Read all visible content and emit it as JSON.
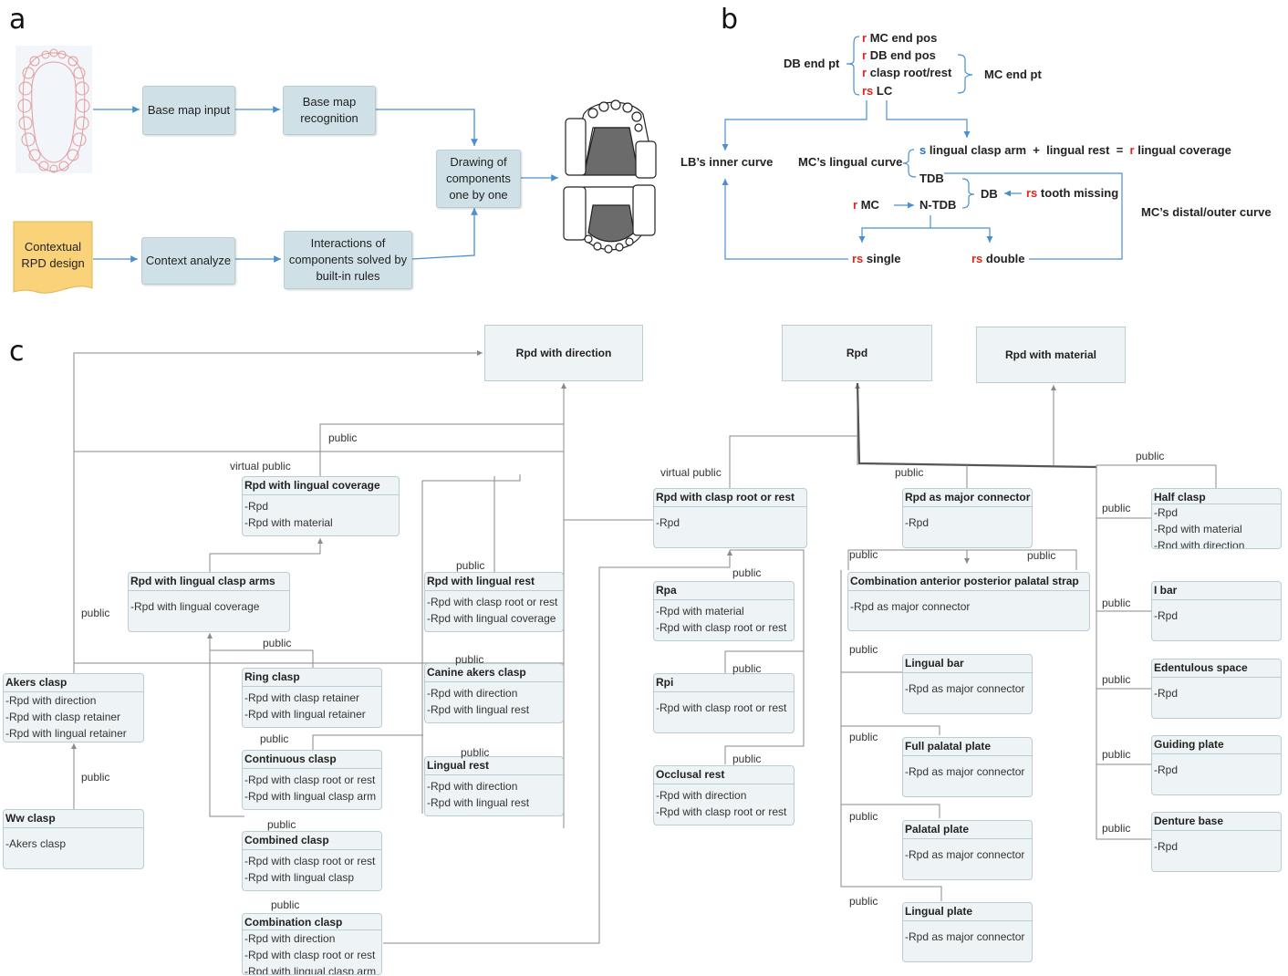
{
  "panels": {
    "a": "a",
    "b": "b",
    "c": "c"
  },
  "panel_a": {
    "contextual": "Contextual RPD design",
    "base_map_input": "Base map input",
    "base_map_recognition": "Base map recognition",
    "context_analyze": "Context analyze",
    "interactions": "Interactions of components solved by built-in rules",
    "drawing": "Drawing of components one by one"
  },
  "panel_b": {
    "r": "r",
    "rs": "rs",
    "s": "s",
    "mc_end_pos": "MC end pos",
    "db_end_pos": "DB end pos",
    "clasp_root_rest": "clasp root/rest",
    "lc": "LC",
    "db_end_pt": "DB end pt",
    "mc_end_pt": "MC end pt",
    "lb_inner_curve": "LB’s inner curve",
    "mc_lingual_curve": "MC’s lingual curve",
    "lingual_clasp_arm": "lingual clasp arm",
    "plus": "+",
    "lingual_rest": "lingual rest",
    "equals": "=",
    "lingual_coverage": "lingual coverage",
    "tdb": "TDB",
    "db": "DB",
    "tooth_missing": "tooth missing",
    "mc": "MC",
    "ntdb": "N-TDB",
    "mc_distal": "MC’s distal/outer curve",
    "single": "single",
    "double": "double"
  },
  "panel_c": {
    "top_boxes": {
      "rpd_with_direction": "Rpd with direction",
      "rpd": "Rpd",
      "rpd_with_material": "Rpd with material"
    },
    "classes": {
      "lingual_coverage": {
        "title": "Rpd with lingual coverage",
        "lines": [
          "-Rpd",
          "-Rpd with material"
        ]
      },
      "lingual_clasp_arms": {
        "title": "Rpd with lingual clasp arms",
        "lines": [
          "-Rpd with lingual coverage"
        ]
      },
      "lingual_rest_base": {
        "title": "Rpd with lingual rest",
        "lines": [
          "-Rpd with clasp root or rest",
          "-Rpd with lingual coverage"
        ]
      },
      "akers": {
        "title": "Akers clasp",
        "lines": [
          "-Rpd with direction",
          "-Rpd with clasp retainer",
          "-Rpd with lingual retainer"
        ]
      },
      "ring": {
        "title": "Ring clasp",
        "lines": [
          "-Rpd with clasp retainer",
          "-Rpd with lingual retainer"
        ]
      },
      "canine": {
        "title": "Canine akers clasp",
        "lines": [
          "-Rpd with direction",
          "-Rpd with lingual rest"
        ]
      },
      "continuous": {
        "title": "Continuous clasp",
        "lines": [
          "-Rpd with clasp root or rest",
          "-Rpd with lingual clasp arm"
        ]
      },
      "lingual_rest": {
        "title": "Lingual rest",
        "lines": [
          "-Rpd with direction",
          "-Rpd with lingual rest"
        ]
      },
      "ww": {
        "title": "Ww clasp",
        "lines": [
          "-Akers clasp"
        ]
      },
      "combined": {
        "title": "Combined clasp",
        "lines": [
          "-Rpd with clasp root or rest",
          "-Rpd with lingual clasp"
        ]
      },
      "combination": {
        "title": "Combination clasp",
        "lines": [
          "-Rpd with direction",
          "-Rpd with clasp root or rest",
          "-Rpd with lingual clasp arm"
        ]
      },
      "clasp_root": {
        "title": "Rpd with clasp root or rest",
        "lines": [
          "-Rpd"
        ]
      },
      "rpa": {
        "title": "Rpa",
        "lines": [
          "-Rpd with material",
          "-Rpd with clasp root or rest"
        ]
      },
      "rpi": {
        "title": "Rpi",
        "lines": [
          "-Rpd with clasp root or rest"
        ]
      },
      "occlusal": {
        "title": "Occlusal rest",
        "lines": [
          "-Rpd with direction",
          "-Rpd with clasp root or rest"
        ]
      },
      "major": {
        "title": "Rpd as major connector",
        "lines": [
          "-Rpd"
        ]
      },
      "capps": {
        "title": "Combination anterior posterior palatal strap",
        "lines": [
          "-Rpd as major connector"
        ]
      },
      "lingual_bar": {
        "title": "Lingual bar",
        "lines": [
          "-Rpd as major connector"
        ]
      },
      "full_palatal": {
        "title": "Full palatal plate",
        "lines": [
          "-Rpd as major connector"
        ]
      },
      "palatal": {
        "title": "Palatal plate",
        "lines": [
          "-Rpd as major connector"
        ]
      },
      "lingual_plate": {
        "title": "Lingual plate",
        "lines": [
          "-Rpd as major connector"
        ]
      },
      "half": {
        "title": "Half clasp",
        "lines": [
          "-Rpd",
          "-Rpd with material",
          "-Rpd with direction"
        ]
      },
      "ibar": {
        "title": "I bar",
        "lines": [
          "-Rpd"
        ]
      },
      "edentulous": {
        "title": "Edentulous space",
        "lines": [
          "-Rpd"
        ]
      },
      "guiding": {
        "title": "Guiding plate",
        "lines": [
          "-Rpd"
        ]
      },
      "denture": {
        "title": "Denture base",
        "lines": [
          "-Rpd"
        ]
      }
    },
    "public": "public",
    "virtual_public": "virtual public"
  },
  "colors": {
    "arrow_blue": "#4a8fd0",
    "red": "#e0261b",
    "box_blue": "#cfe0e6",
    "doc_orange": "#f9d27a",
    "class_fill": "#eef4f5",
    "line_gray": "#8a8a8a"
  }
}
